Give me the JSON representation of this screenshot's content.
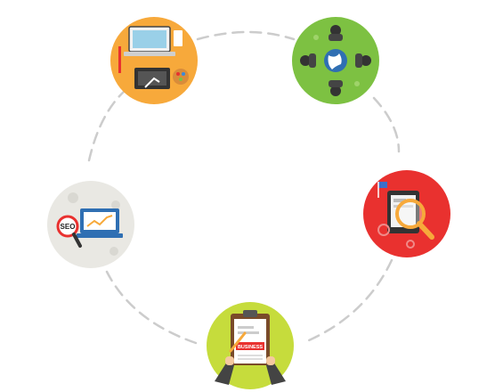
{
  "diagram": {
    "layout": "circular-cycle",
    "connector_style": "dashed",
    "connector_color": "#cccccc",
    "nodes": [
      {
        "id": "design-workspace",
        "icon": "design-workspace-icon",
        "color": "#f7a93b",
        "label_text": ""
      },
      {
        "id": "global-meeting",
        "icon": "globe-meeting-icon",
        "color": "#7dc142",
        "label_text": ""
      },
      {
        "id": "tablet-search",
        "icon": "tablet-magnifier-icon",
        "color": "#e9312f",
        "label_text": ""
      },
      {
        "id": "business-clipboard",
        "icon": "clipboard-document-icon",
        "color": "#c6dc3c",
        "label_text": "BUSINESS"
      },
      {
        "id": "seo-analytics",
        "icon": "seo-laptop-icon",
        "color": "#e9e8e3",
        "label_text": "SEO"
      }
    ]
  }
}
